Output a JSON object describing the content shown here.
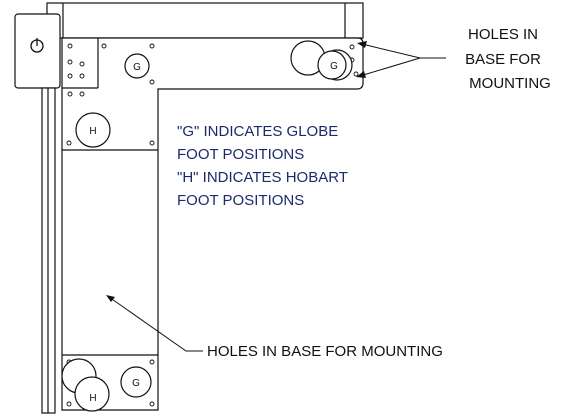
{
  "callouts": {
    "top_right": [
      "HOLES IN",
      "BASE FOR",
      "MOUNTING"
    ],
    "bottom": "HOLES IN BASE FOR MOUNTING"
  },
  "legend": {
    "lines": [
      "\"G\" INDICATES GLOBE",
      "FOOT POSITIONS",
      "\"H\" INDICATES HOBART",
      "FOOT POSITIONS"
    ]
  },
  "foot_labels": {
    "globe": "G",
    "hobart": "H"
  },
  "colors": {
    "legend_text": "#1b2a6b",
    "callout_text": "#111111",
    "outline": "#111111"
  },
  "icons": {
    "power_switch": "power-icon"
  }
}
